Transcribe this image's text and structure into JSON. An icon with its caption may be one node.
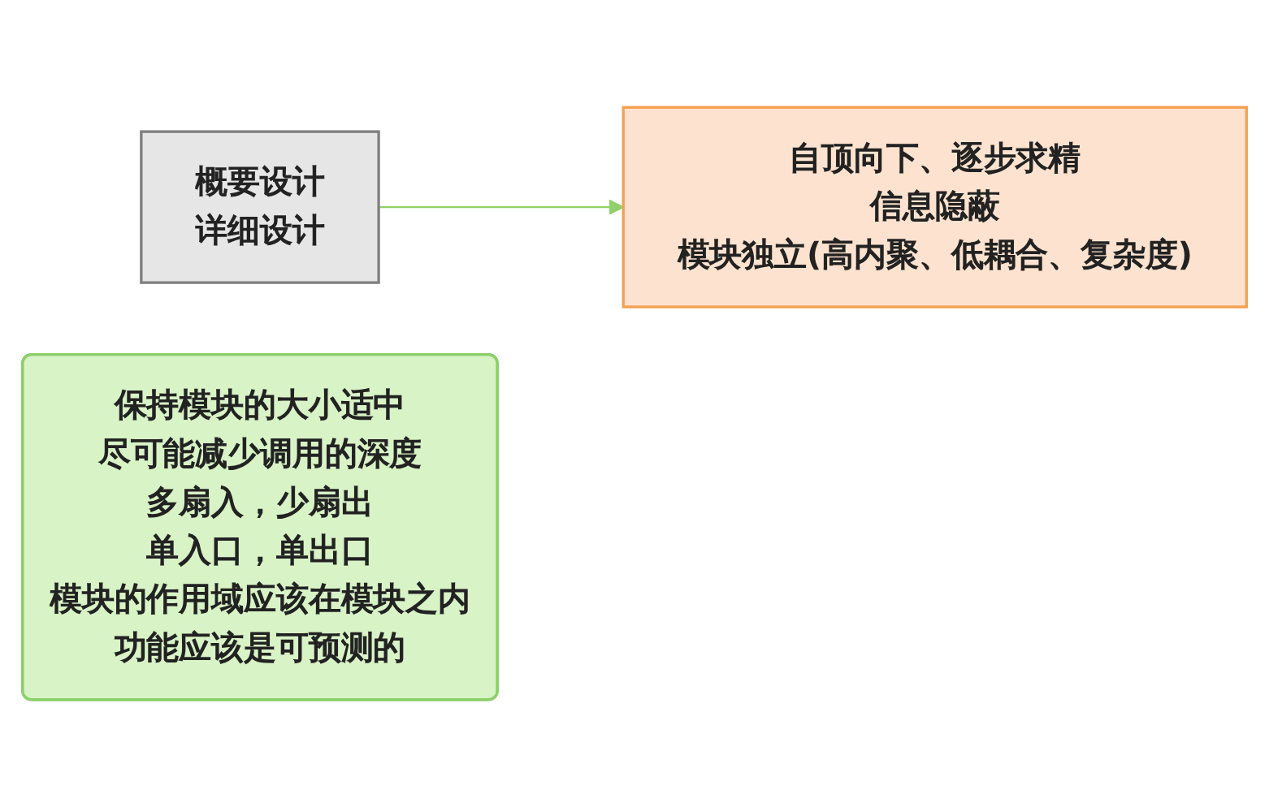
{
  "diagram": {
    "nodes": [
      {
        "text": [
          "概要设计",
          "详细设计"
        ]
      },
      {
        "text": [
          "自顶向下、逐步求精",
          "信息隐蔽",
          "模块独立(高内聚、低耦合、复杂度)"
        ]
      },
      {
        "text": [
          "保持模块的大小适中",
          "尽可能减少调用的深度",
          "多扇入，少扇出",
          "单入口，单出口",
          "模块的作用域应该在模块之内",
          "功能应该是可预测的"
        ]
      }
    ],
    "edges": [
      {
        "from": 0,
        "to": 1,
        "arrow": "to",
        "color": "#8fd16a"
      }
    ]
  }
}
